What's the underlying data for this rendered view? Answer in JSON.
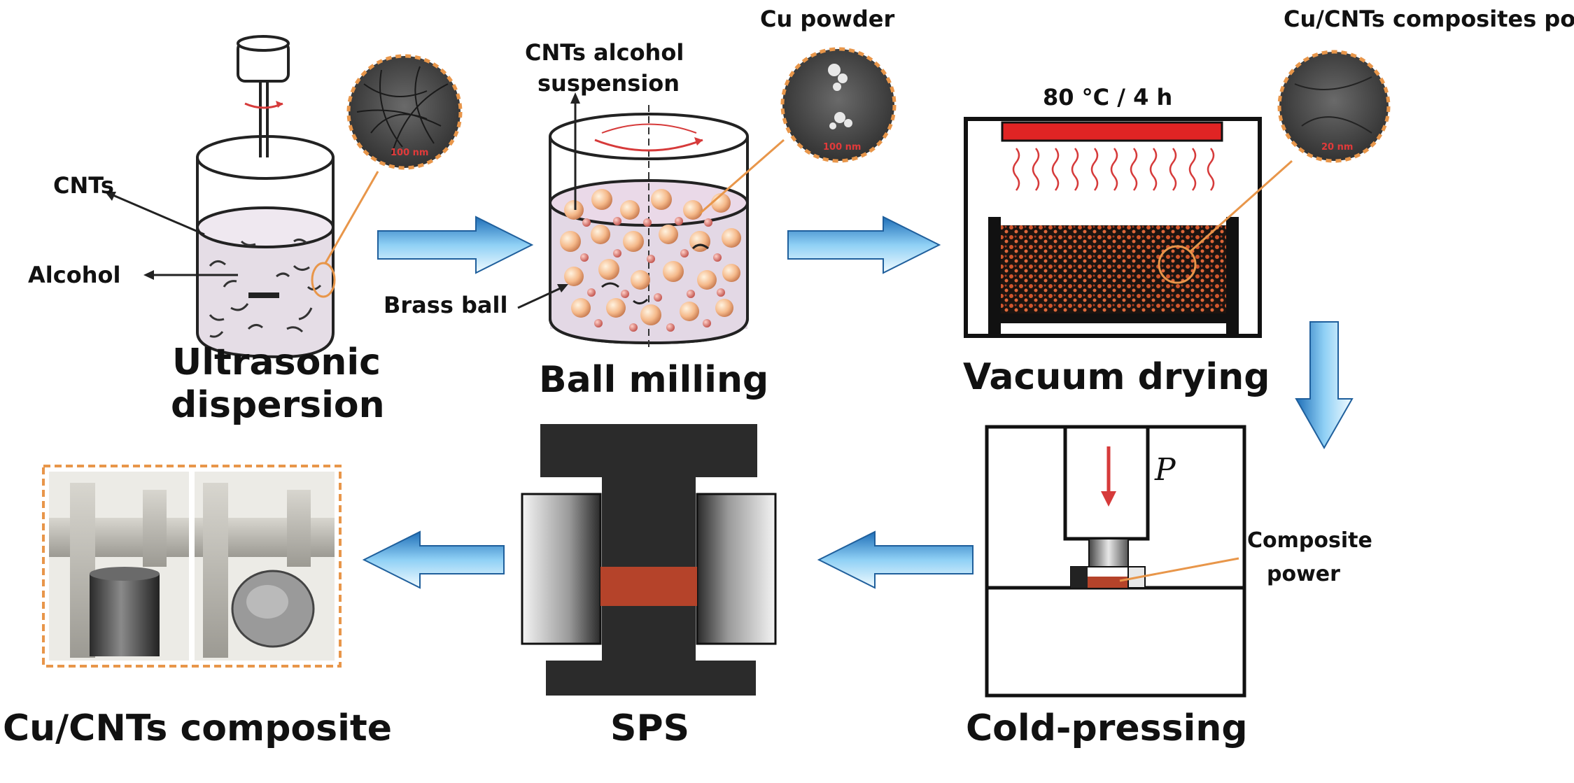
{
  "stages": {
    "ultrasonic_line1": "Ultrasonic",
    "ultrasonic_line2": "dispersion",
    "ball_milling": "Ball milling",
    "vacuum_drying": "Vacuum drying",
    "cold_pressing": "Cold-pressing",
    "sps": "SPS",
    "composite": "Cu/CNTs composite"
  },
  "labels": {
    "cnts": "CNTs",
    "alcohol": "Alcohol",
    "cnts_suspension_line1": "CNTs alcohol",
    "cnts_suspension_line2": "suspension",
    "brass_ball": "Brass ball",
    "cu_powder": "Cu powder",
    "composites_power": "Cu/CNTs composites power",
    "drying_condition": "80 °C / 4 h",
    "pressure": "P",
    "composite_power_line1": "Composite",
    "composite_power_line2": "power"
  },
  "scale_bars": {
    "cnts": "100 nm",
    "cu": "100 nm",
    "composite": "20 nm"
  },
  "colors": {
    "arrow_blue": "#4a9ad8",
    "copper": "#b5432a",
    "heater_red": "#e02424",
    "leader_orange": "#e8964a",
    "dark": "#2b2b2b"
  },
  "icons": [
    "process-arrow-icon",
    "sem-inset-icon",
    "caliper-photo-icon"
  ]
}
